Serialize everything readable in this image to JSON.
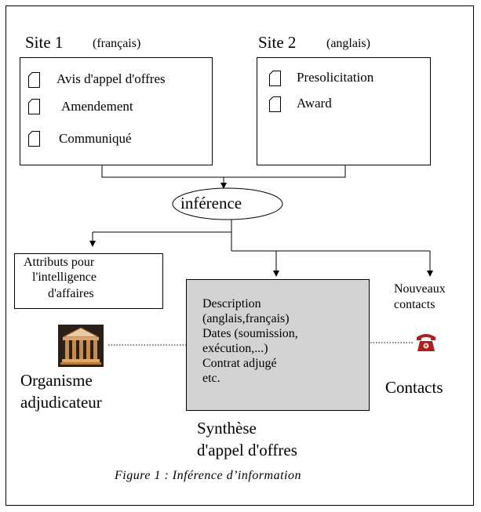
{
  "site1": {
    "title": "Site 1",
    "lang": "(français)",
    "items": [
      "Avis d'appel d'offres",
      "Amendement",
      "Communiqué"
    ]
  },
  "site2": {
    "title": "Site 2",
    "lang": "(anglais)",
    "items": [
      "Presolicitation",
      "Award"
    ]
  },
  "inference": "inférence",
  "attributes": [
    "Attributs pour",
    "l'intelligence",
    "d'affaires"
  ],
  "new_contacts": [
    "Nouveaux",
    "contacts"
  ],
  "synthesis_box": [
    "Description",
    "(anglais,français)",
    "Dates (soumission,",
    "exécution,...)",
    "Contrat adjugé",
    "etc."
  ],
  "synthesis_label": [
    "Synthèse",
    "d'appel d'offres"
  ],
  "organisme": [
    "Organisme",
    "adjudicateur"
  ],
  "contacts": "Contacts",
  "caption": "Figure 1 : Inférence d’information",
  "colors": {
    "box_fill": "#d3d3d3",
    "phone_red": "#b01e1e"
  },
  "icons": [
    "document-icon",
    "building-icon",
    "telephone-icon"
  ]
}
